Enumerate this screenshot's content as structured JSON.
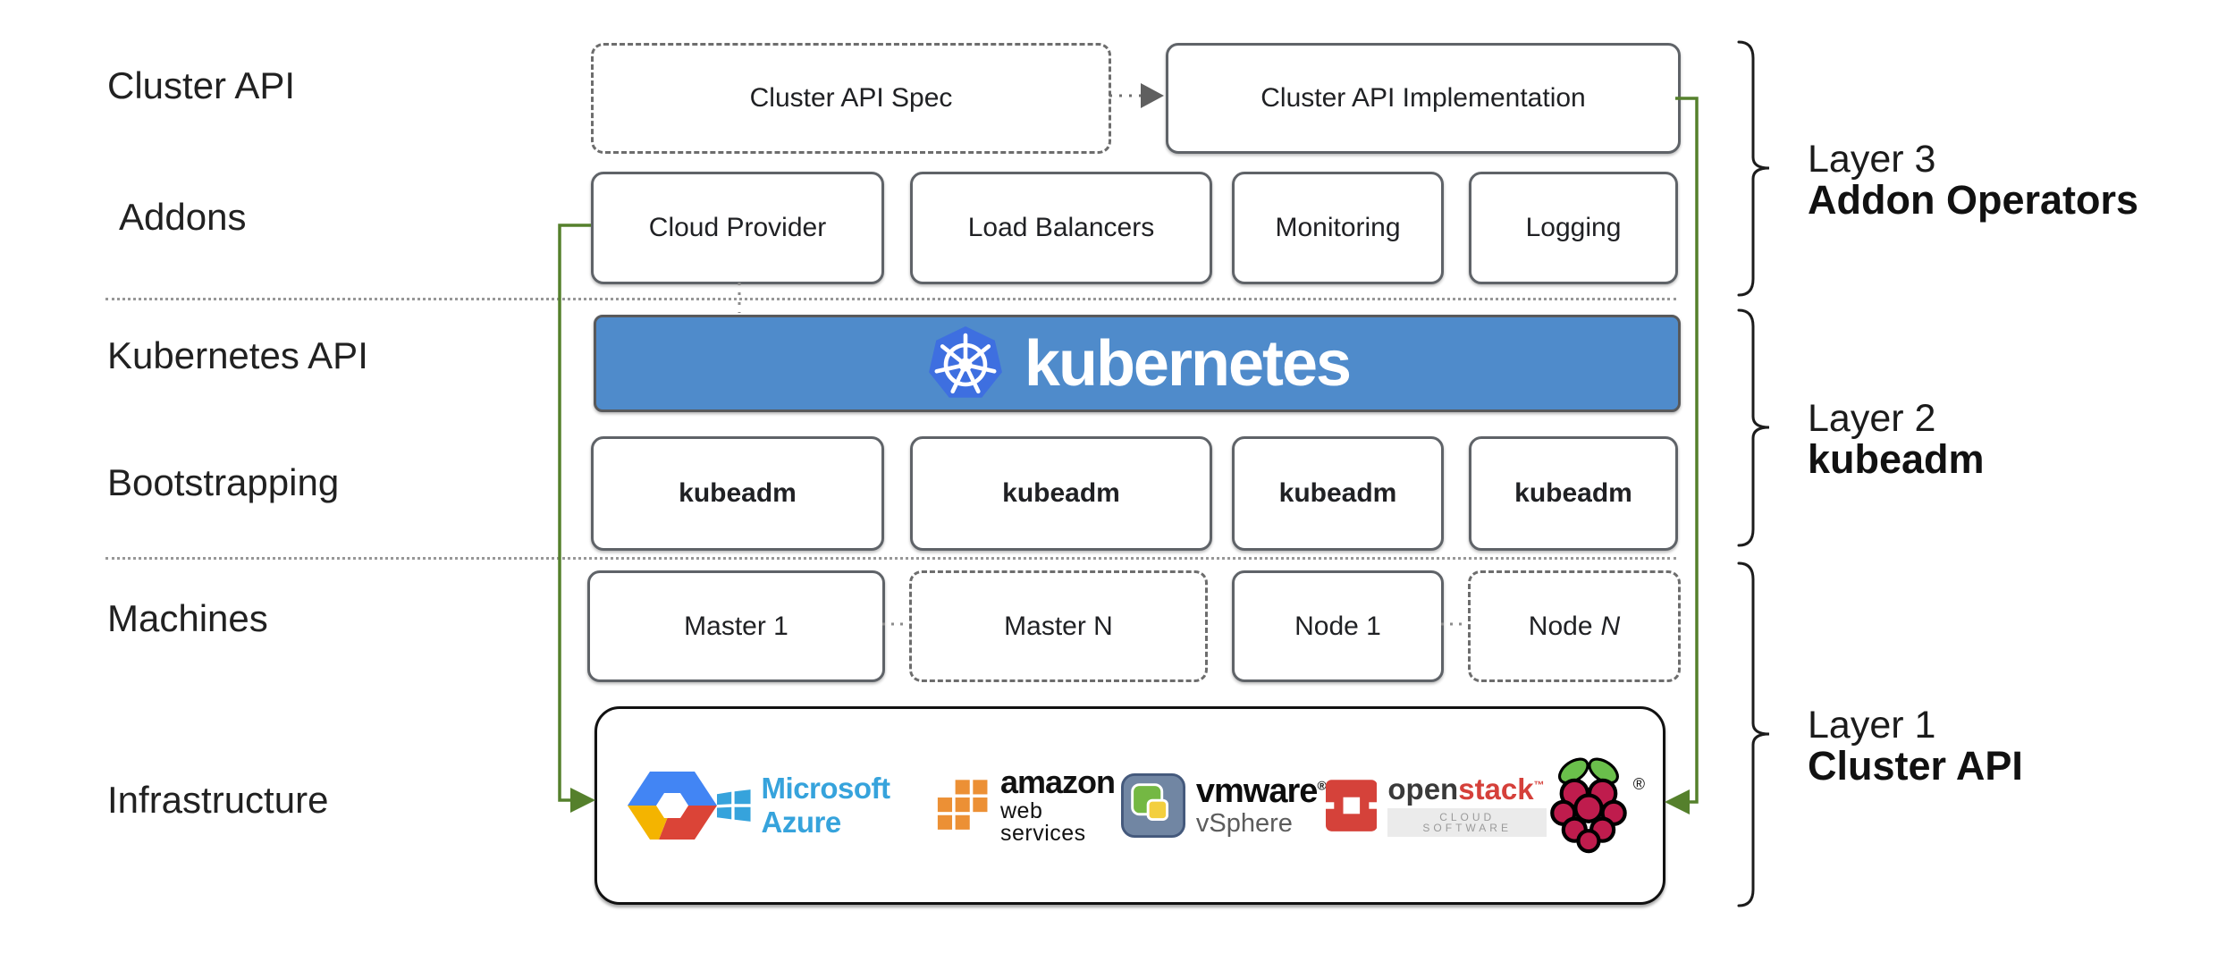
{
  "row_labels": [
    {
      "label": "Cluster API"
    },
    {
      "label": "Addons"
    },
    {
      "label": "Kubernetes API"
    },
    {
      "label": "Bootstrapping"
    },
    {
      "label": "Machines"
    },
    {
      "label": "Infrastructure"
    }
  ],
  "cluster_api_row": {
    "spec": "Cluster API Spec",
    "implementation": "Cluster API Implementation"
  },
  "addons": [
    "Cloud Provider",
    "Load Balancers",
    "Monitoring",
    "Logging"
  ],
  "kubernetes": {
    "wordmark": "kubernetes"
  },
  "bootstrapping": [
    "kubeadm",
    "kubeadm",
    "kubeadm",
    "kubeadm"
  ],
  "machines": [
    {
      "label": "Master 1"
    },
    {
      "label": "Master N"
    },
    {
      "label": "Node 1"
    },
    {
      "prefix": "Node",
      "n": "N"
    }
  ],
  "infrastructure": {
    "icons": [
      "google-cloud-logo",
      "microsoft-azure-logo",
      "aws-logo",
      "vmware-vsphere-logo",
      "openstack-logo",
      "raspberry-pi-logo"
    ],
    "azure": {
      "label": "Microsoft Azure"
    },
    "aws": {
      "label": "amazon",
      "sub": "web services"
    },
    "vmware": {
      "label": "vmware",
      "reg": "®",
      "sub": "vSphere"
    },
    "openstack": {
      "open": "open",
      "stack": "stack",
      "tm": "™",
      "sub": "CLOUD SOFTWARE"
    },
    "raspberry": {
      "reg": "®"
    }
  },
  "layers": [
    {
      "line1": "Layer 3",
      "line2": "Addon Operators"
    },
    {
      "line1": "Layer 2",
      "line2": "kubeadm"
    },
    {
      "line1": "Layer 1",
      "line2": "Cluster API"
    }
  ],
  "colors": {
    "banner_blue": "#4f8bcb",
    "k8s_logo_blue": "#3e6fe0",
    "connector_green": "#55802c",
    "azure_blue": "#36a3dc",
    "aws_orange": "#ec9035",
    "vmware_slate": "#7186a3",
    "openstack_red": "#d5423a",
    "raspberry_red": "#bf1c4d",
    "leaf_green": "#6abf4b",
    "gcp_blue": "#4285f4",
    "gcp_red": "#db4437",
    "gcp_yellow": "#f4b400"
  }
}
